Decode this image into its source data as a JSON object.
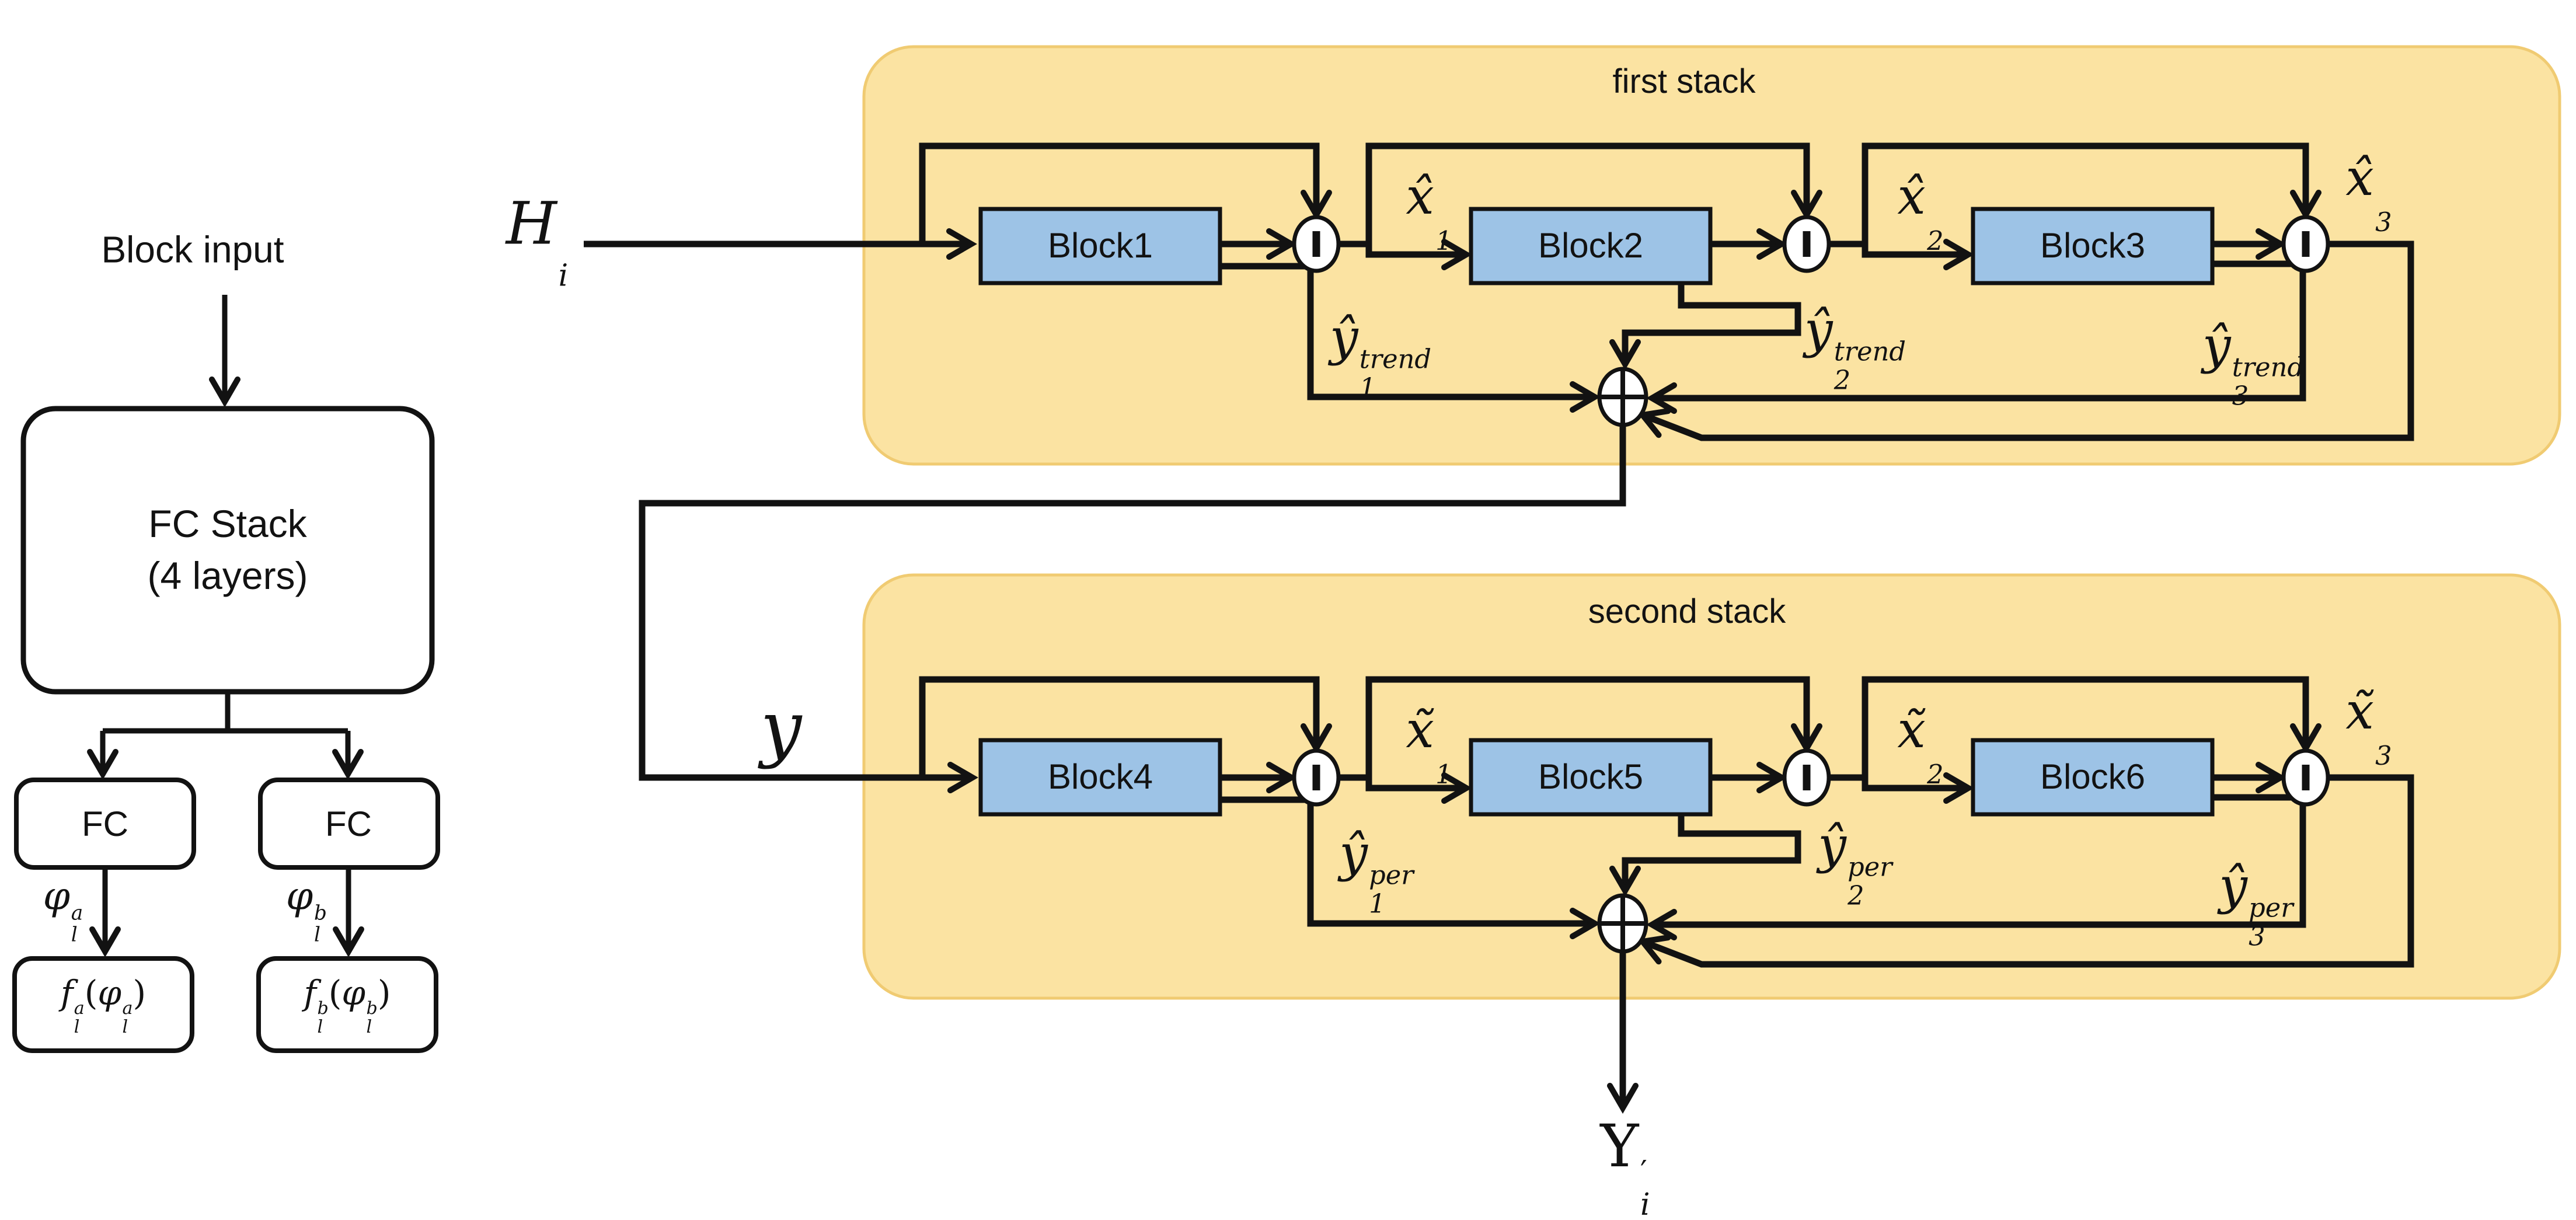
{
  "colors": {
    "stack_fill": "#FBE3A2",
    "stack_border": "#F0CB72",
    "block_fill": "#9DC3E6",
    "line": "#121212",
    "bg": "#FFFFFF"
  },
  "left_panel": {
    "input_label": "Block input",
    "fc_stack_line1": "FC Stack",
    "fc_stack_line2": "(4 layers)",
    "fc_left": "FC",
    "fc_right": "FC",
    "phi_left": {
      "base": "φ",
      "sup": "a",
      "sub": "l"
    },
    "phi_right": {
      "base": "φ",
      "sup": "b",
      "sub": "l"
    },
    "f_left": {
      "fn": "f",
      "fn_sup": "a",
      "fn_sub": "l",
      "open": "(",
      "arg": "φ",
      "arg_sup": "a",
      "arg_sub": "l",
      "close": ")"
    },
    "f_right": {
      "fn": "f",
      "fn_sup": "b",
      "fn_sub": "l",
      "open": "(",
      "arg": "φ",
      "arg_sup": "b",
      "arg_sub": "l",
      "close": ")"
    }
  },
  "stack1": {
    "title": "first stack",
    "input": {
      "base": "H",
      "sub": "i"
    },
    "blocks": [
      "Block1",
      "Block2",
      "Block3"
    ],
    "residuals": [
      {
        "base": "x̂",
        "sub": "1"
      },
      {
        "base": "x̂",
        "sub": "2"
      },
      {
        "base": "x̂",
        "sub": "3"
      }
    ],
    "forecasts": [
      {
        "base": "ŷ",
        "sup": "trend",
        "sub": "1"
      },
      {
        "base": "ŷ",
        "sup": "trend",
        "sub": "2"
      },
      {
        "base": "ŷ",
        "sup": "trend",
        "sub": "3"
      }
    ]
  },
  "stack2": {
    "title": "second stack",
    "input": {
      "base": "y"
    },
    "blocks": [
      "Block4",
      "Block5",
      "Block6"
    ],
    "residuals": [
      {
        "base": "x̃",
        "sub": "1"
      },
      {
        "base": "x̃",
        "sub": "2"
      },
      {
        "base": "x̃",
        "sub": "3"
      }
    ],
    "forecasts": [
      {
        "base": "ŷ",
        "sup": "per",
        "sub": "1"
      },
      {
        "base": "ŷ",
        "sup": "per",
        "sub": "2"
      },
      {
        "base": "ŷ",
        "sup": "per",
        "sub": "3"
      }
    ],
    "output": {
      "base": "Y",
      "sup": "′",
      "sub": "i"
    }
  }
}
